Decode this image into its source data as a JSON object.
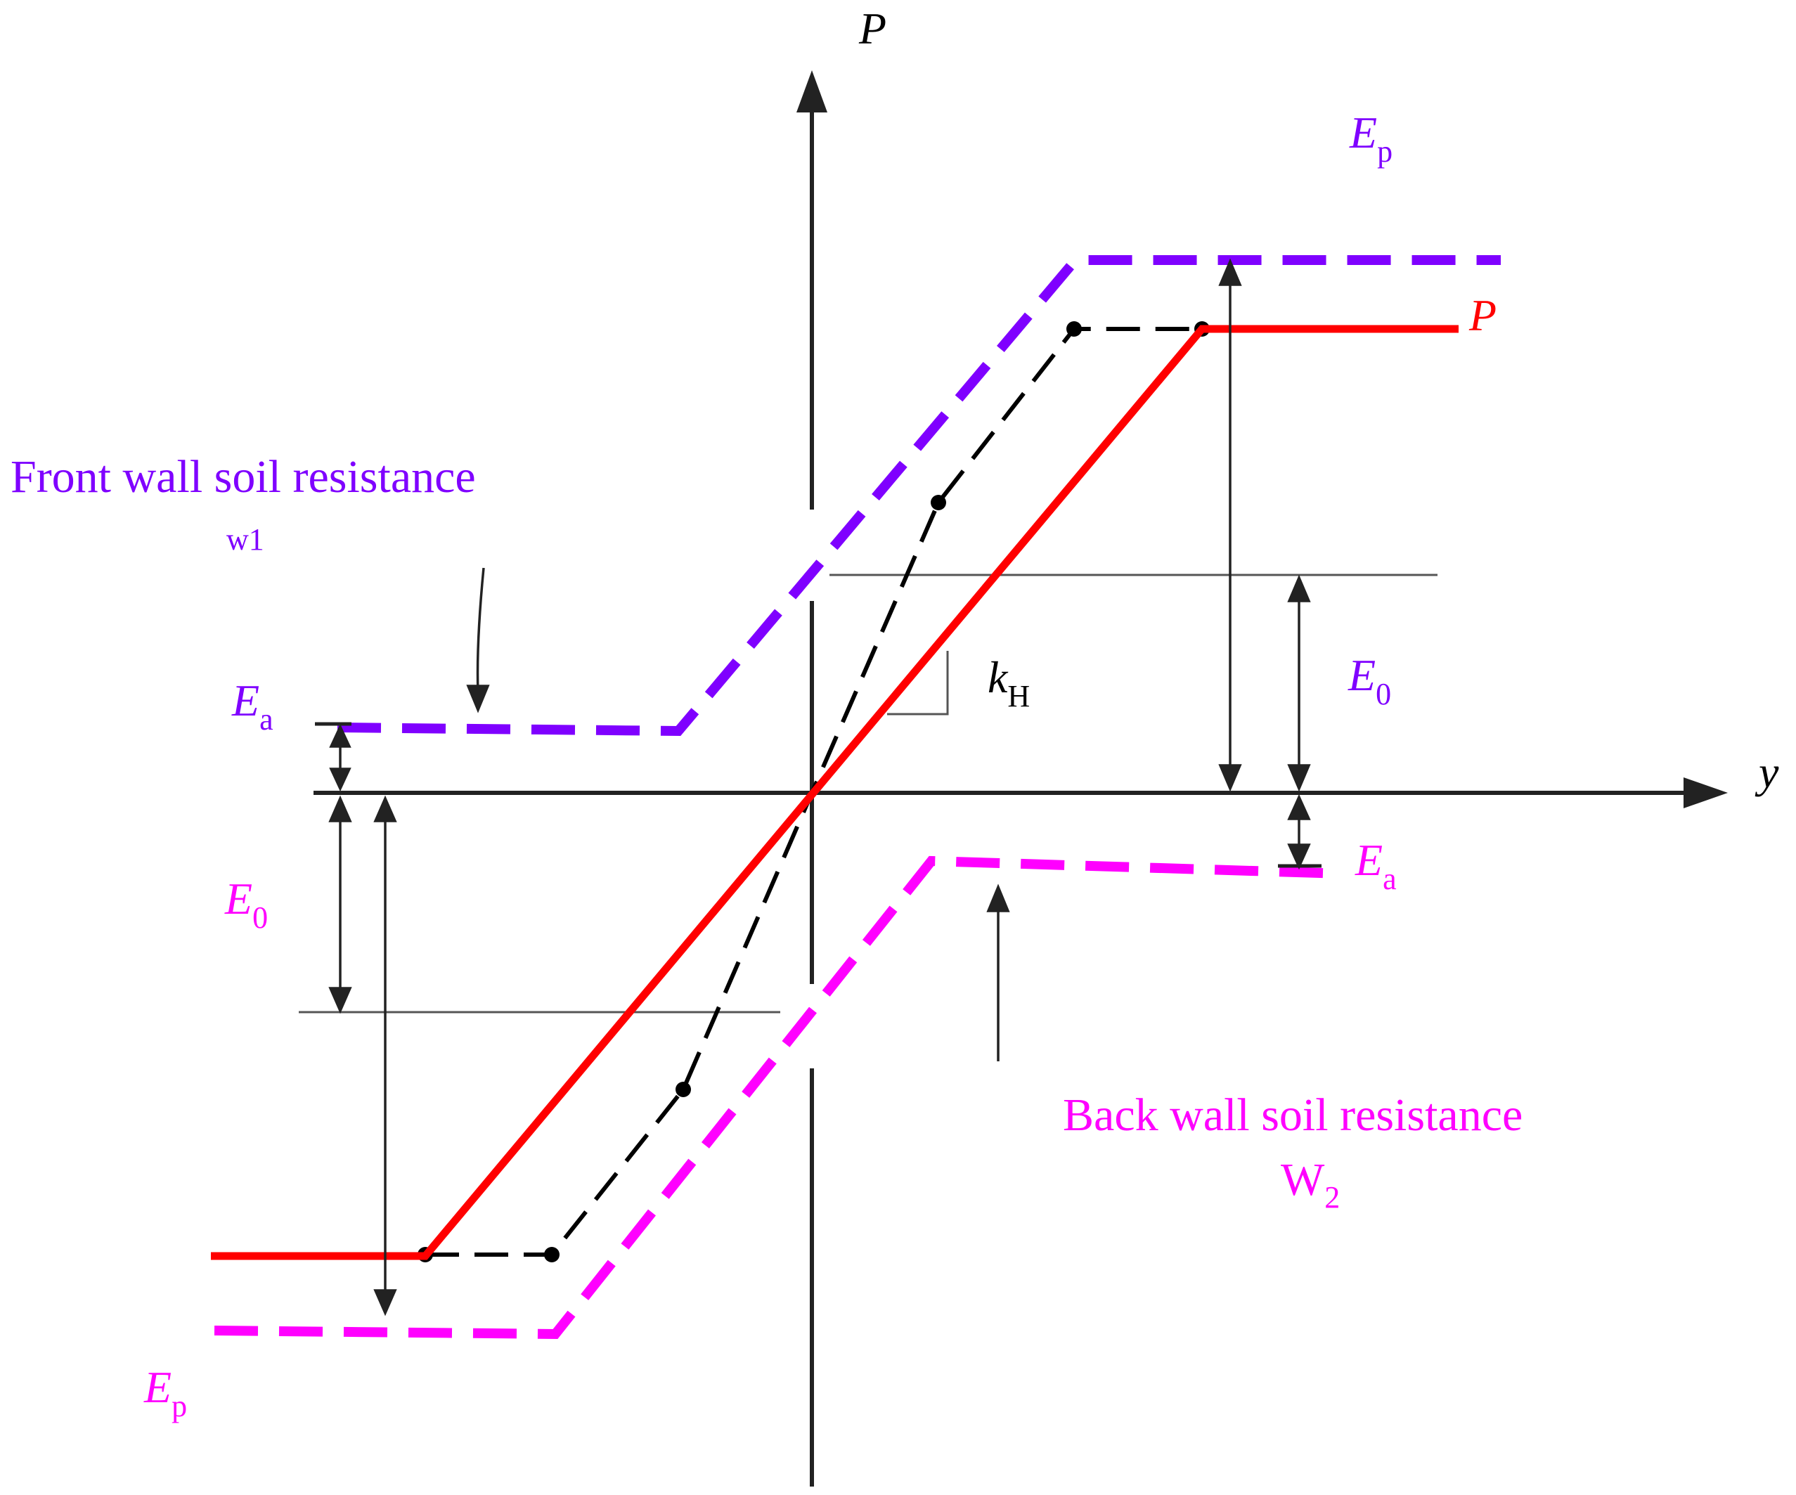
{
  "labels": {
    "p_axis": "P",
    "y_axis": "y",
    "p_curve": "P",
    "ep_top": "E",
    "ep_top_sub": "p",
    "ea_left": "E",
    "ea_left_sub": "a",
    "e0_right": "E",
    "e0_right_sub": "0",
    "e0_left": "E",
    "e0_left_sub": "0",
    "ea_right": "E",
    "ea_right_sub": "a",
    "ep_bottom": "E",
    "ep_bottom_sub": "p",
    "kh": "k",
    "kh_sub": "H",
    "front_title": "Front wall  soil resistance",
    "front_sub": "w1",
    "back_title": "Back wall soil resistance",
    "back_sub_main": "W",
    "back_sub_index": "2"
  },
  "colors": {
    "front": "#7f00ff",
    "back": "#ff00ff",
    "p_curve": "#ff0000",
    "black_curve": "#000000",
    "axis": "#222222",
    "guide": "#555555"
  }
}
